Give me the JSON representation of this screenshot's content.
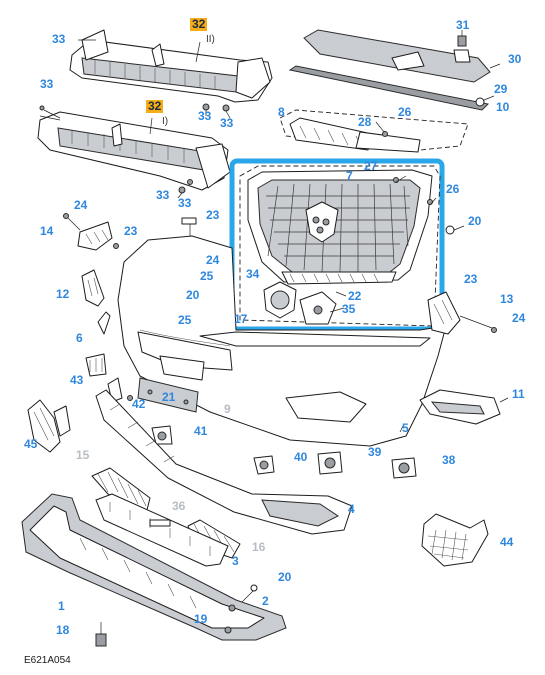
{
  "figure_code": "E621A054",
  "colors": {
    "callout_blue": "#2f88de",
    "callout_grey": "#b7bdc4",
    "callout_highlight": "#f4ac17",
    "group_frame": "#29a7e8"
  },
  "callouts": [
    {
      "id": "c33a",
      "text": "33"
    },
    {
      "id": "c32a",
      "text": "32"
    },
    {
      "id": "c32b",
      "text": "32"
    },
    {
      "id": "c33b",
      "text": "33"
    },
    {
      "id": "c33c",
      "text": "33"
    },
    {
      "id": "c33d",
      "text": "33"
    },
    {
      "id": "c33e",
      "text": "33"
    },
    {
      "id": "c33f",
      "text": "33"
    },
    {
      "id": "c31",
      "text": "31"
    },
    {
      "id": "c30",
      "text": "30"
    },
    {
      "id": "c29",
      "text": "29"
    },
    {
      "id": "c10",
      "text": "10"
    },
    {
      "id": "c8",
      "text": "8"
    },
    {
      "id": "c26a",
      "text": "26"
    },
    {
      "id": "c28",
      "text": "28"
    },
    {
      "id": "c27",
      "text": "27"
    },
    {
      "id": "c7",
      "text": "7"
    },
    {
      "id": "c26b",
      "text": "26"
    },
    {
      "id": "c20a",
      "text": "20"
    },
    {
      "id": "c24a",
      "text": "24"
    },
    {
      "id": "c14",
      "text": "14"
    },
    {
      "id": "c23a",
      "text": "23"
    },
    {
      "id": "c23b",
      "text": "23"
    },
    {
      "id": "c24b",
      "text": "24"
    },
    {
      "id": "c25a",
      "text": "25"
    },
    {
      "id": "c12",
      "text": "12"
    },
    {
      "id": "c20b",
      "text": "20"
    },
    {
      "id": "c25b",
      "text": "25"
    },
    {
      "id": "c34",
      "text": "34"
    },
    {
      "id": "c22",
      "text": "22"
    },
    {
      "id": "c35",
      "text": "35"
    },
    {
      "id": "c17",
      "text": "17"
    },
    {
      "id": "c23c",
      "text": "23"
    },
    {
      "id": "c13",
      "text": "13"
    },
    {
      "id": "c24c",
      "text": "24"
    },
    {
      "id": "c6",
      "text": "6"
    },
    {
      "id": "c43",
      "text": "43"
    },
    {
      "id": "c42",
      "text": "42"
    },
    {
      "id": "c21",
      "text": "21"
    },
    {
      "id": "c9",
      "text": "9"
    },
    {
      "id": "c11",
      "text": "11"
    },
    {
      "id": "c5",
      "text": "5"
    },
    {
      "id": "c45",
      "text": "45"
    },
    {
      "id": "c41",
      "text": "41"
    },
    {
      "id": "c15",
      "text": "15"
    },
    {
      "id": "c40",
      "text": "40"
    },
    {
      "id": "c39",
      "text": "39"
    },
    {
      "id": "c38",
      "text": "38"
    },
    {
      "id": "c36",
      "text": "36"
    },
    {
      "id": "c4",
      "text": "4"
    },
    {
      "id": "c16",
      "text": "16"
    },
    {
      "id": "c3",
      "text": "3"
    },
    {
      "id": "c44",
      "text": "44"
    },
    {
      "id": "c20c",
      "text": "20"
    },
    {
      "id": "c2",
      "text": "2"
    },
    {
      "id": "c1",
      "text": "1"
    },
    {
      "id": "c19",
      "text": "19"
    },
    {
      "id": "c18",
      "text": "18"
    }
  ],
  "variant_notes": {
    "upper_beam": "II)",
    "lower_beam": "I)"
  }
}
